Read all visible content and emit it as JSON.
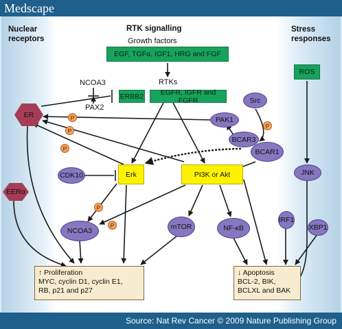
{
  "header": {
    "brand": "Medscape"
  },
  "footer": {
    "source": "Source: Nat Rev Cancer © 2009 Nature Publishing Group"
  },
  "columns": {
    "left": [
      "Nuclear",
      "receptors"
    ],
    "middle": "RTK signalling",
    "right": [
      "Stress",
      "responses"
    ]
  },
  "labels": {
    "growth_factors": "Growth factors",
    "rtks": "RTKs",
    "ncoa3_top": "NCOA3",
    "pax2": "PAX2",
    "phospho": "P"
  },
  "nodes": {
    "egf": "EGF, TGFα, IGF1, HRG and FGF",
    "erbb2": "ERBB2",
    "egfr": "EGFR, IGFR and FGFR",
    "ros": "ROS",
    "src": "Src",
    "er": "ER",
    "pak1": "PAK1",
    "bcar3": "BCAR3",
    "bcar1": "BCAR1",
    "cdk10": "CDK10",
    "erk": "Erk",
    "pi3k": "PI3K or Akt",
    "jnk": "JNK",
    "eera": "EERα",
    "irf1": "IRF1",
    "xbp1": "XBP1",
    "ncoa3": "NCOA3",
    "mtor": "mTOR",
    "nfkb": "NF-κB"
  },
  "outcomes": {
    "proliferation": {
      "title": "↑ Proliferation",
      "line1": "MYC, cyclin D1, cyclin E1,",
      "line2": "RB, p21 and p27"
    },
    "apoptosis": {
      "title": "↓ Apoptosis",
      "line1": "BCL-2, BIK,",
      "line2": "BCLXL and BAK"
    }
  },
  "colors": {
    "header": "#1f5f8b",
    "growth_factor_box": "#17a35c",
    "kinase_box": "#fff200",
    "protein_ellipse": "#8677c0",
    "receptor_hexagon": "#a63d57",
    "outcome_box": "#f7ecd0",
    "phospho_circle": "#f4a460"
  }
}
